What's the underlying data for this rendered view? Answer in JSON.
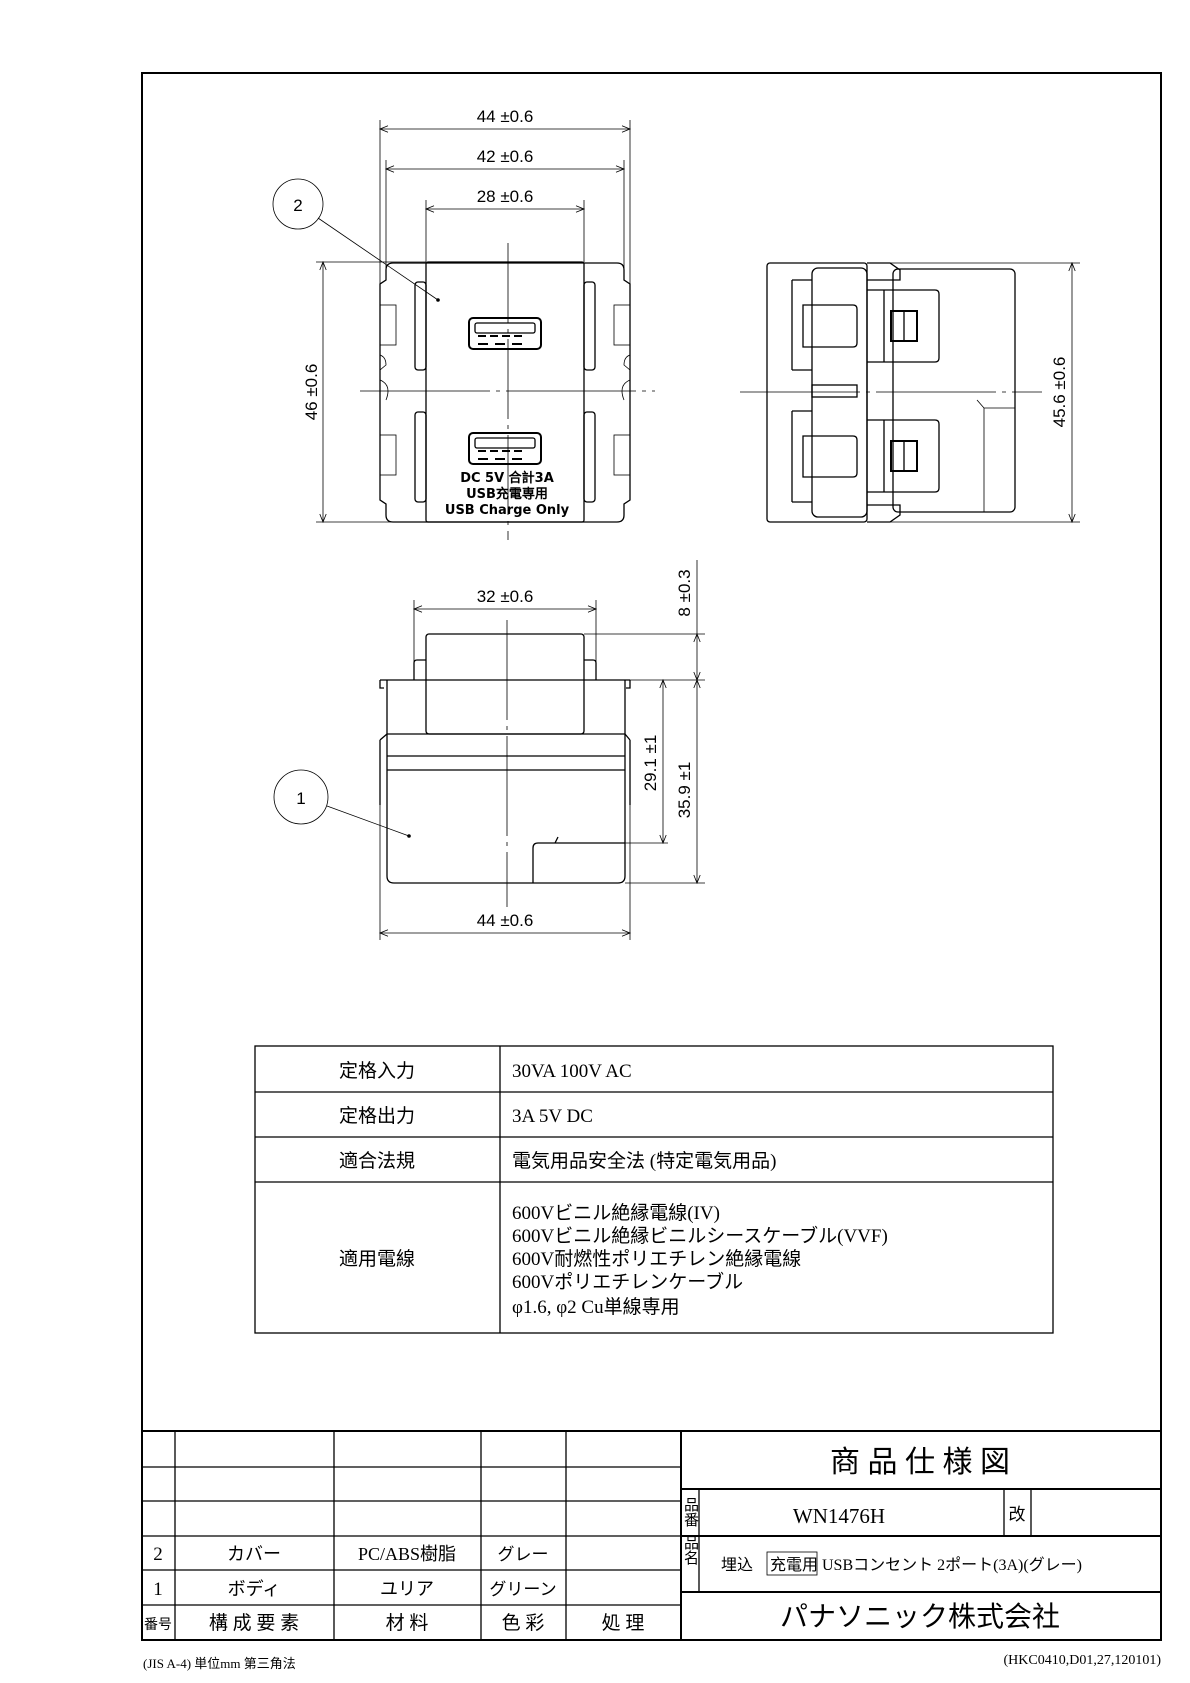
{
  "front_view": {
    "dim_width_outer": "44 ±0.6",
    "dim_width_frame": "42 ±0.6",
    "dim_width_plate": "28 ±0.6",
    "dim_height": "46 ±0.6",
    "balloon": "2",
    "label_lines": [
      "DC 5V 合計3A",
      "USB充電専用",
      "USB Charge Only"
    ]
  },
  "side_view": {
    "dim_height": "45.6 ±0.6"
  },
  "bottom_view": {
    "dim_top_width": "32 ±0.6",
    "dim_bottom_width": "44 ±0.6",
    "dim_protrusion": "8 ±0.3",
    "dim_depth_1": "29.1 ±1",
    "dim_depth_2": "35.9 ±1",
    "balloon": "1"
  },
  "spec_table": {
    "rows": [
      {
        "label": "定格入力",
        "value": [
          "30VA  100V AC"
        ]
      },
      {
        "label": "定格出力",
        "value": [
          "3A 5V DC"
        ]
      },
      {
        "label": "適合法規",
        "value": [
          "電気用品安全法 (特定電気用品)"
        ]
      },
      {
        "label": "適用電線",
        "value": [
          "600Vビニル絶縁電線(IV)",
          "600Vビニル絶縁ビニルシースケーブル(VVF)",
          "600V耐燃性ポリエチレン絶縁電線",
          "600Vポリエチレンケーブル",
          " φ1.6, φ2  Cu単線専用"
        ]
      }
    ]
  },
  "parts_table": {
    "headers": [
      "番号",
      "構 成 要 素",
      "材  料",
      "色  彩",
      "処  理"
    ],
    "rows": [
      {
        "no": "2",
        "component": "カバー",
        "material": "PC/ABS樹脂",
        "color": "グレー",
        "treatment": ""
      },
      {
        "no": "1",
        "component": "ボディ",
        "material": "ユリア",
        "color": "グリーン",
        "treatment": ""
      }
    ]
  },
  "title_block": {
    "title": "商 品 仕 様 図",
    "part_no_label": "品番",
    "part_no": "WN1476H",
    "revision_label": "改",
    "name_label": "品名",
    "name_prefix": "埋込",
    "name_boxed": "充電用",
    "name_suffix": "USBコンセント 2ポート(3A)(グレー)",
    "company": "パナソニック株式会社"
  },
  "footer": {
    "left": "(JIS A-4)  単位mm  第三角法",
    "right": "(HKC0410,D01,27,120101)"
  }
}
